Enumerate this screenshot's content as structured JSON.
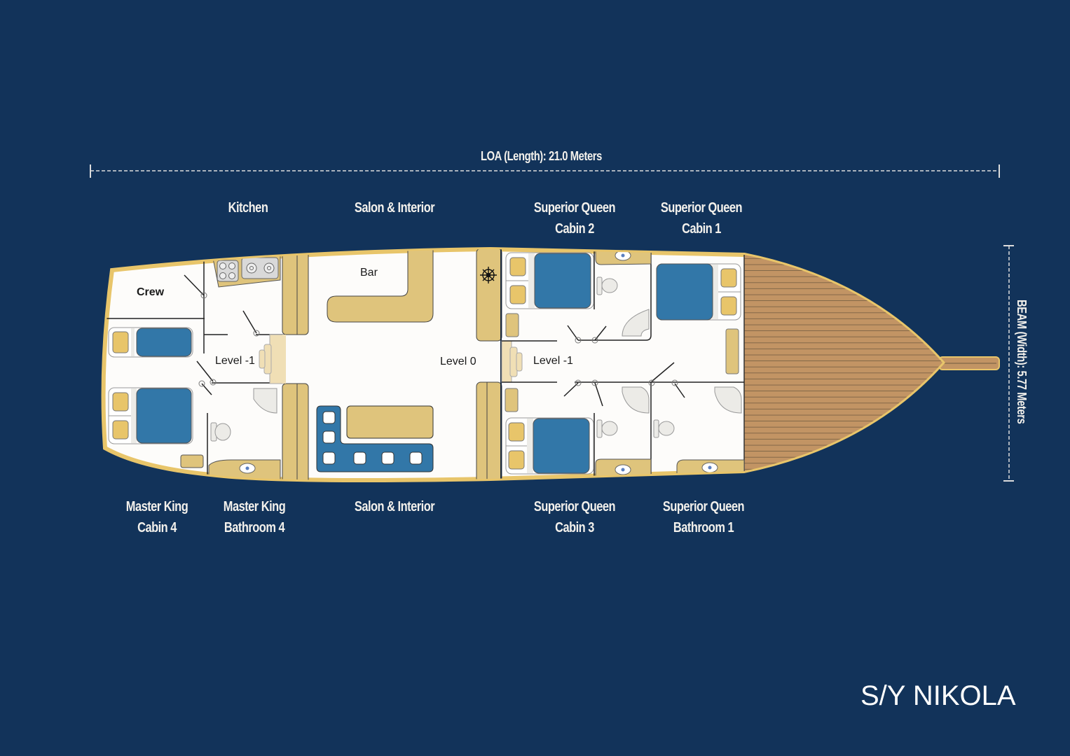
{
  "title": "S/Y NIKOLA",
  "dimensions": {
    "loa": "LOA  (Length): 21.0 Meters",
    "beam": "BEAM (Width): 5.77 Meters"
  },
  "top_labels": [
    {
      "line1": "Kitchen",
      "line2": ""
    },
    {
      "line1": "Salon & Interior",
      "line2": ""
    },
    {
      "line1": "Superior Queen",
      "line2": "Cabin 2"
    },
    {
      "line1": "Superior Queen",
      "line2": "Cabin 1"
    }
  ],
  "bottom_labels": [
    {
      "line1": "Master King",
      "line2": "Cabin 4"
    },
    {
      "line1": "Master King",
      "line2": "Bathroom 4"
    },
    {
      "line1": "Salon & Interior",
      "line2": ""
    },
    {
      "line1": "Superior Queen",
      "line2": "Cabin 3"
    },
    {
      "line1": "Superior Queen",
      "line2": "Bathroom 1"
    }
  ],
  "interior_labels": {
    "crew": "Crew",
    "bar": "Bar",
    "level_aft": "Level -1",
    "level_main": "Level 0",
    "level_fwd": "Level -1"
  },
  "colors": {
    "background": "#12335a",
    "hull_outline": "#e8c56a",
    "floor": "#fdfcfa",
    "furniture": "#dfc47c",
    "bed": "#3277a8",
    "deck": "#c29464",
    "fixture": "#ecebe7"
  }
}
